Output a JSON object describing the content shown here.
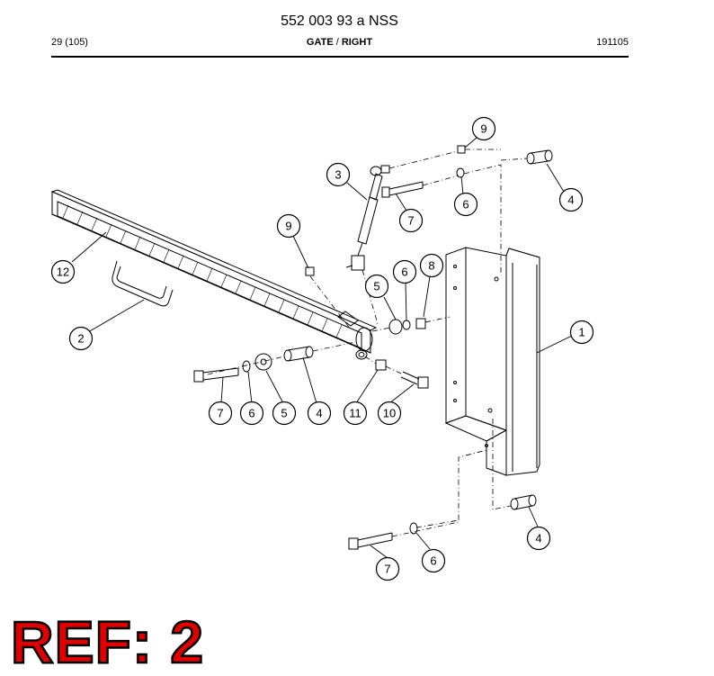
{
  "header": {
    "doc_code": "552 003 93 a NSS",
    "page": "29 (105)",
    "section": "GATE",
    "section_sep": " / ",
    "subsection": "RIGHT",
    "date": "191105"
  },
  "callouts": [
    {
      "label": "9"
    },
    {
      "label": "3"
    },
    {
      "label": "7"
    },
    {
      "label": "6"
    },
    {
      "label": "4"
    },
    {
      "label": "9"
    },
    {
      "label": "12"
    },
    {
      "label": "5"
    },
    {
      "label": "6"
    },
    {
      "label": "8"
    },
    {
      "label": "1"
    },
    {
      "label": "2"
    },
    {
      "label": "7"
    },
    {
      "label": "6"
    },
    {
      "label": "5"
    },
    {
      "label": "4"
    },
    {
      "label": "11"
    },
    {
      "label": "10"
    },
    {
      "label": "4"
    },
    {
      "label": "7"
    },
    {
      "label": "6"
    }
  ],
  "ref_stamp": {
    "text": "REF: 2",
    "color": "#e00000"
  }
}
